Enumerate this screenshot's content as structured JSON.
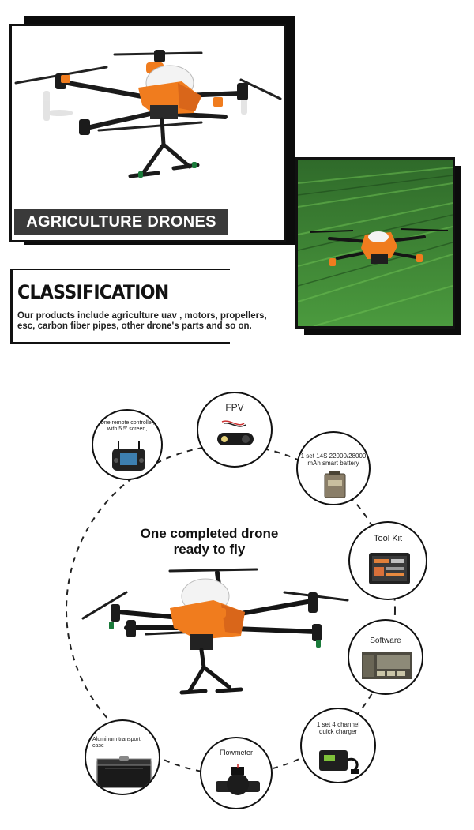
{
  "hero": {
    "title": "AGRICULTURE DRONES"
  },
  "classification": {
    "title": "CLASSIFICATION",
    "description_line1": "Our products include agriculture uav , motors, propellers,",
    "description_line2": "esc, carbon fiber pipes,  other drone's parts and so on."
  },
  "package": {
    "center_line1": "One completed drone",
    "center_line2": "ready to fly",
    "items": [
      {
        "label_line1": "FPV",
        "label_line2": ""
      },
      {
        "label_line1": "One remote controller,",
        "label_line2": "with 5.5' screen,"
      },
      {
        "label_line1": "1 set 14S 22000/28000",
        "label_line2": "mAh smart battery"
      },
      {
        "label_line1": "Tool Kit",
        "label_line2": ""
      },
      {
        "label_line1": "Software",
        "label_line2": ""
      },
      {
        "label_line1": "1 set 4 channel",
        "label_line2": "quick charger"
      },
      {
        "label_line1": "Flowmeter",
        "label_line2": ""
      },
      {
        "label_line1": "Aluminum transport",
        "label_line2": "case"
      }
    ]
  },
  "colors": {
    "accent_orange": "#f07c1e",
    "frame_black": "#111111",
    "grass_green": "#3f8a35"
  }
}
